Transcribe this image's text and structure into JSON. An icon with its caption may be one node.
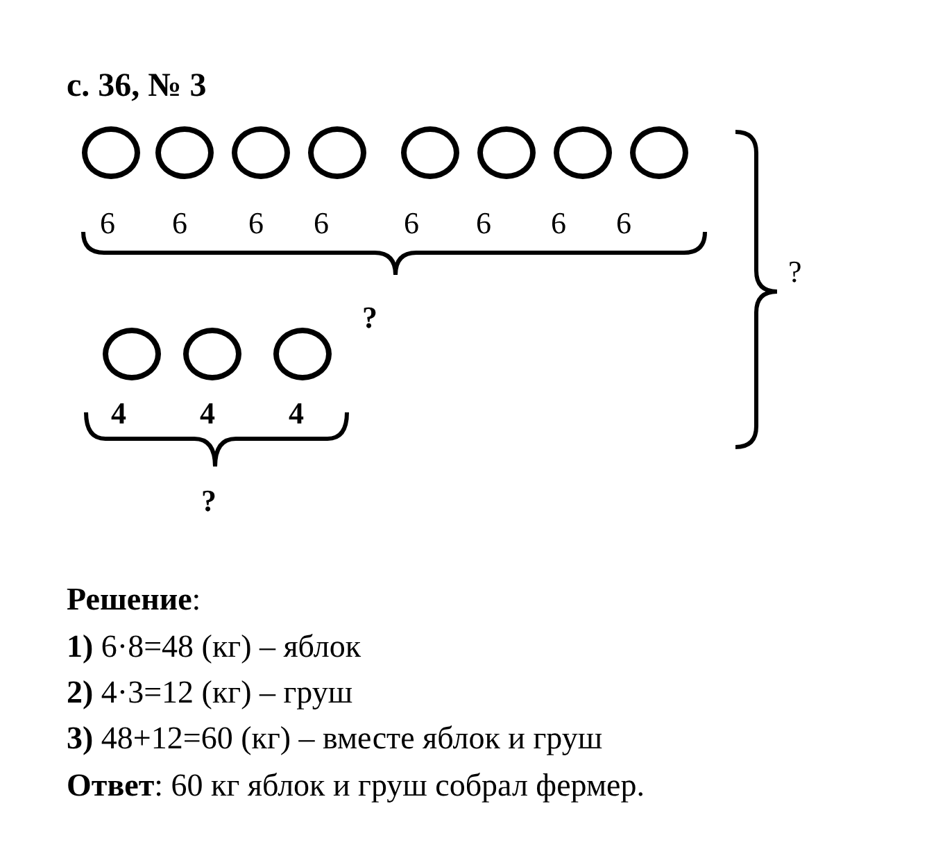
{
  "diagram": {
    "title": "с. 36, № 3",
    "nodes": [
      {
        "text": [],
        "shape": "circle",
        "beside": [
          "6"
        ]
      },
      {
        "text": [],
        "shape": "circle",
        "beside": [
          "6"
        ]
      },
      {
        "text": [],
        "shape": "circle",
        "beside": [
          "6"
        ]
      },
      {
        "text": [],
        "shape": "circle",
        "beside": [
          "6"
        ]
      },
      {
        "text": [],
        "shape": "circle",
        "beside": [
          "6"
        ]
      },
      {
        "text": [],
        "shape": "circle",
        "beside": [
          "6"
        ]
      },
      {
        "text": [],
        "shape": "circle",
        "beside": [
          "6"
        ]
      },
      {
        "text": [],
        "shape": "circle",
        "beside": [
          "6"
        ]
      },
      {
        "text": [],
        "shape": "circle",
        "beside": [
          "4"
        ]
      },
      {
        "text": [],
        "shape": "circle",
        "beside": [
          "4"
        ]
      },
      {
        "text": [],
        "shape": "circle",
        "beside": [
          "4"
        ]
      }
    ],
    "labels": [
      "?",
      "?",
      "?",
      "**Решение**:",
      "**1)** 6·8=48 (кг) – яблок",
      "**2)** 4·3=12 (кг) – груш",
      "**3)** 48+12=60 (кг) – вместе яблок и груш",
      "**Ответ**: 60 кг яблок и груш собрал фермер."
    ]
  }
}
